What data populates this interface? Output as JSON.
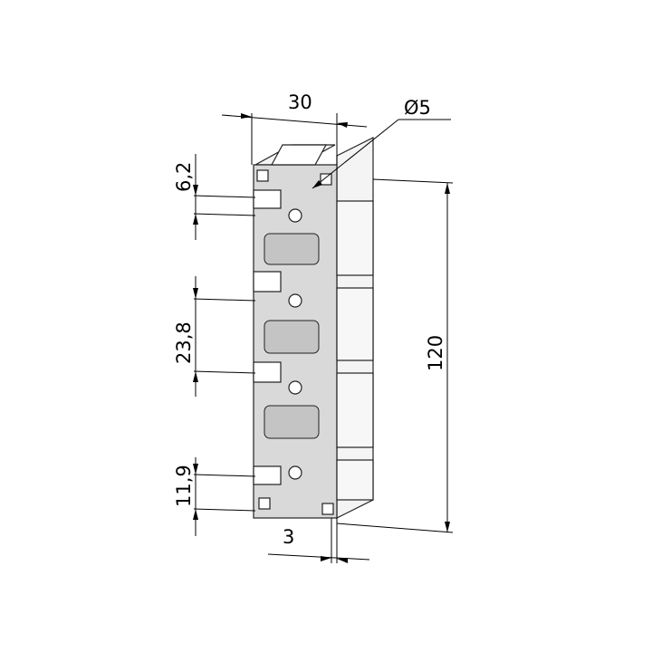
{
  "dimensions": {
    "width": "30",
    "hole_diameter": "Ø5",
    "slot_opening": "6,2",
    "pitch": "23,8",
    "edge_offset": "11,9",
    "height": "120",
    "wall_thickness": "3"
  },
  "colors": {
    "line": "#222222",
    "face": "#d9d9d9",
    "background": "#ffffff"
  }
}
